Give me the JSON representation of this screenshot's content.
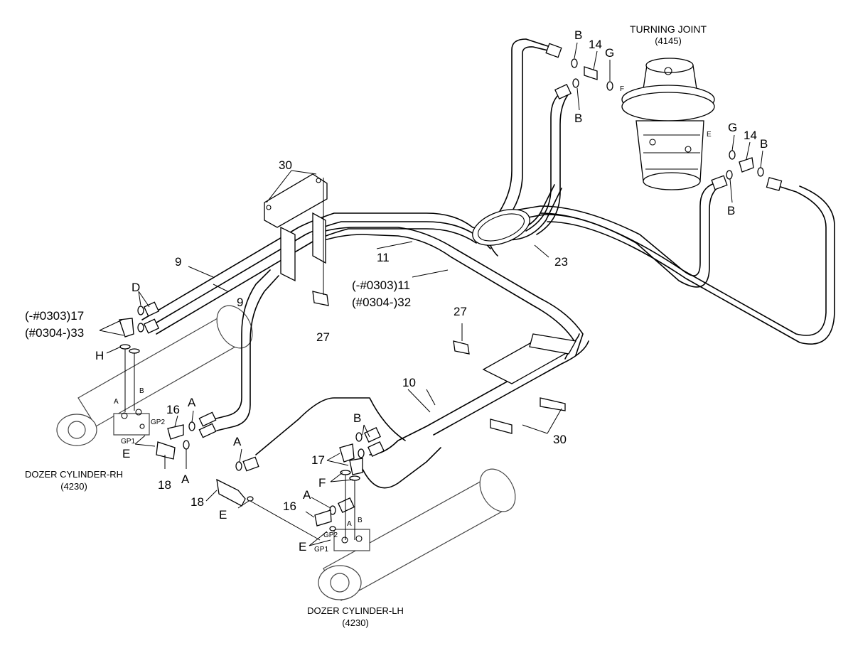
{
  "turning_joint": {
    "name": "TURNING JOINT",
    "code": "(4145)"
  },
  "dozer_rh": {
    "name": "DOZER CYLINDER-RH",
    "code": "(4230)"
  },
  "dozer_lh": {
    "name": "DOZER CYLINDER-LH",
    "code": "(4230)"
  },
  "labels": {
    "B": "B",
    "G": "G",
    "E": "E",
    "F": "F",
    "D": "D",
    "H": "H",
    "A": "A",
    "p14": "14",
    "p30": "30",
    "p23": "23",
    "p11": "11",
    "p9": "9",
    "p27": "27",
    "p10": "10",
    "p16": "16",
    "p18": "18",
    "p17": "17",
    "s0303_11": "(-#0303)11",
    "s0304_32": "(#0304-)32",
    "s0303_17": "(-#0303)17",
    "s0304_33": "(#0304-)33",
    "portA": "A",
    "portB": "B",
    "GP1": "GP1",
    "GP2": "GP2",
    "tjE": "E",
    "tjF": "F"
  }
}
